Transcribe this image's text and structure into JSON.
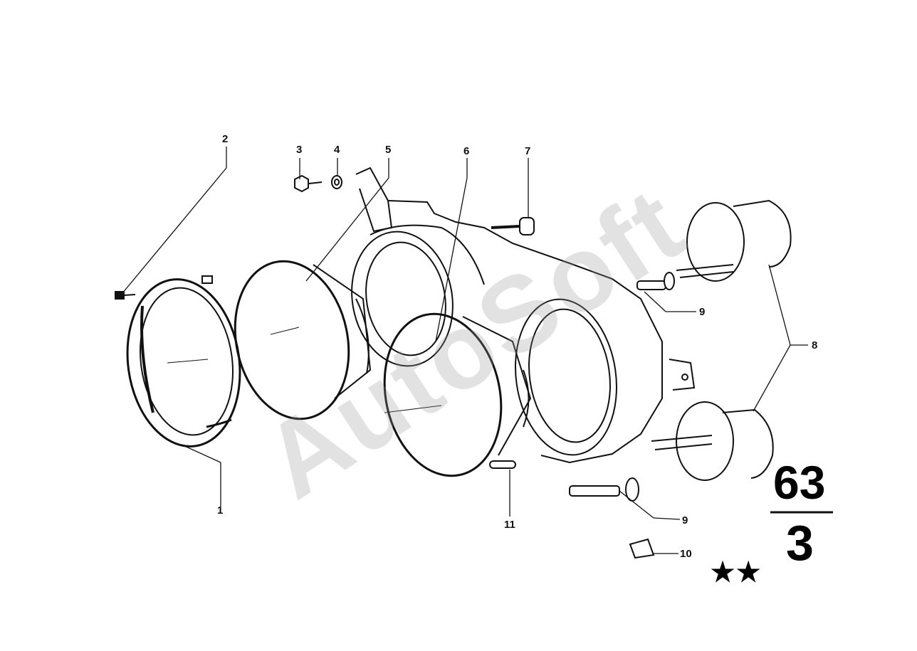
{
  "callouts": {
    "c1": "1",
    "c2": "2",
    "c3": "3",
    "c4": "4",
    "c5": "5",
    "c6": "6",
    "c7": "7",
    "c8": "8",
    "c9a": "9",
    "c9b": "9",
    "c10": "10",
    "c11": "11"
  },
  "group": {
    "main": "63",
    "sub": "3",
    "stars": "★★"
  },
  "watermark": "AutoSoft",
  "colors": {
    "ink": "#111111",
    "background": "#ffffff",
    "watermark": "#969696"
  }
}
